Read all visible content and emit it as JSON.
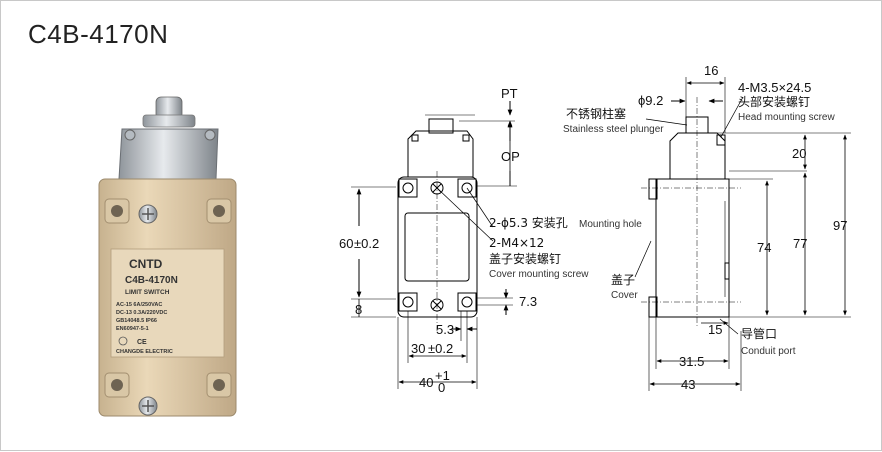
{
  "title": "C4B-4170N",
  "photo": {
    "brand": "CNTD",
    "model": "C4B-4170N",
    "subtitle": "LIMIT SWITCH",
    "spec1": "AC-15  6A/250VAC",
    "spec2": "DC-13  0.3A/220VDC",
    "spec3": "GB14048.5  IP66",
    "spec4": "EN60947-5-1",
    "maker": "CHANGDE ELECTRIC"
  },
  "front": {
    "pt": "PT",
    "op": "OP",
    "height": "60",
    "height_tol": "±0.2",
    "bottom": "8",
    "hole_pitch": "30",
    "hole_tol": "±0.2",
    "width": "40",
    "width_tol_upper": "+1",
    "width_tol_lower": "0",
    "offset": "5.3",
    "hole_height": "7.3",
    "mount_hole_cn": "2-ϕ5.3 安装孔",
    "mount_hole_en": "Mounting hole",
    "cover_screw_code": "2-M4×12",
    "cover_screw_cn": "盖子安装螺钉",
    "cover_screw_en": "Cover mounting screw"
  },
  "side": {
    "head_width": "16",
    "plunger_dia": "ϕ9.2",
    "plunger_cn": "不锈钢柱塞",
    "plunger_en": "Stainless steel plunger",
    "head_screw_code": "4-M3.5×24.5",
    "head_screw_cn": "头部安装螺钉",
    "head_screw_en": "Head mounting screw",
    "dim_20": "20",
    "dim_74": "74",
    "dim_77": "77",
    "dim_97": "97",
    "cover_cn": "盖子",
    "cover_en": "Cover",
    "conduit_dim": "15",
    "conduit_cn": "导管口",
    "conduit_en": "Conduit port",
    "depth": "31.5",
    "total_depth": "43"
  }
}
